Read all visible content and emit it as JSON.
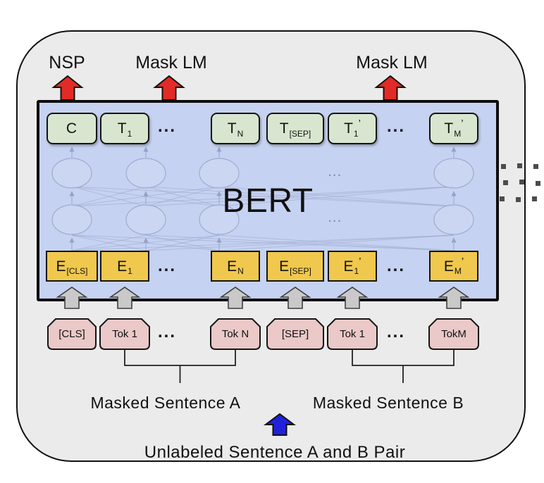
{
  "labels": {
    "nsp": "NSP",
    "mask_lm_left": "Mask LM",
    "mask_lm_right": "Mask LM",
    "bert": "BERT",
    "sentence_a": "Masked Sentence A",
    "sentence_b": "Masked Sentence B",
    "bottom": "Unlabeled Sentence A and B Pair",
    "ellipsis": "...",
    "network_ellipsis": "..."
  },
  "output_row": [
    {
      "main": "C",
      "sub": "",
      "prime": ""
    },
    {
      "main": "T",
      "sub": "1",
      "prime": ""
    },
    {
      "main": "T",
      "sub": "N",
      "prime": ""
    },
    {
      "main": "T",
      "sub": "[SEP]",
      "prime": ""
    },
    {
      "main": "T",
      "sub": "1",
      "prime": "’"
    },
    {
      "main": "T",
      "sub": "M",
      "prime": "’"
    }
  ],
  "embedding_row": [
    {
      "main": "E",
      "sub": "[CLS]",
      "prime": ""
    },
    {
      "main": "E",
      "sub": "1",
      "prime": ""
    },
    {
      "main": "E",
      "sub": "N",
      "prime": ""
    },
    {
      "main": "E",
      "sub": "[SEP]",
      "prime": ""
    },
    {
      "main": "E",
      "sub": "1",
      "prime": "’"
    },
    {
      "main": "E",
      "sub": "M",
      "prime": "’"
    }
  ],
  "token_row": [
    "[CLS]",
    "Tok 1",
    "Tok N",
    "[SEP]",
    "Tok 1",
    "TokM"
  ],
  "colors": {
    "outer_bg": "#ebebeb",
    "bert_bg": "#c6d2f1",
    "green_box": "#d9e6cf",
    "yellow_box": "#f0c84e",
    "pink_box": "#eac9c8",
    "red_arrow": "#e22b26",
    "blue_arrow": "#2121dc",
    "gray_arrow": "#c9c9c9",
    "network_line": "#97a3c8",
    "node_fill": "#cdd7f3",
    "dots_gray": "#4c4c4c"
  }
}
